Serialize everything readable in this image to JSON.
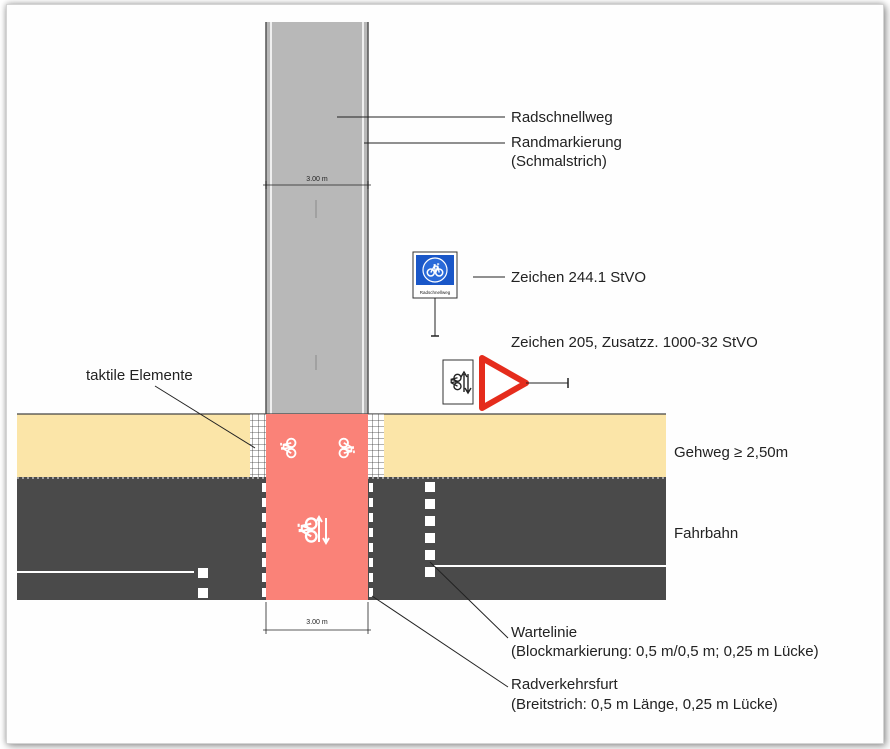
{
  "labels": {
    "radschnellweg": "Radschnellweg",
    "randmarkierung_1": "Randmarkierung",
    "randmarkierung_2": "(Schmalstrich)",
    "zeichen_244": "Zeichen 244.1 StVO",
    "zeichen_205": "Zeichen 205, Zusatzz. 1000-32 StVO",
    "taktile_elemente": "taktile Elemente",
    "gehweg": "Gehweg ≥ 2,50m",
    "fahrbahn": "Fahrbahn",
    "wartelinie_1": "Wartelinie",
    "wartelinie_2": "(Blockmarkierung: 0,5 m/0,5 m; 0,25 m Lücke)",
    "radverkehrsfurt_1": "Radverkehrsfurt",
    "radverkehrsfurt_2": "(Breitstrich: 0,5 m Länge, 0,25 m Lücke)"
  },
  "dimensions": {
    "top_width": "3.00 m",
    "bottom_width": "3.00 m"
  },
  "sign_244": {
    "plate_text": "Radschnellweg"
  },
  "colors": {
    "bikeway": "#b8b8b8",
    "sidewalk": "#fbe5a8",
    "road": "#4a4a4a",
    "crossing": "#fa8278",
    "sign_blue": "#1a57c8",
    "yield_red": "#e52c1c"
  },
  "icons": [
    "bicycle-icon",
    "yield-sign-icon",
    "bike-path-sign-icon",
    "arrow-icon"
  ]
}
